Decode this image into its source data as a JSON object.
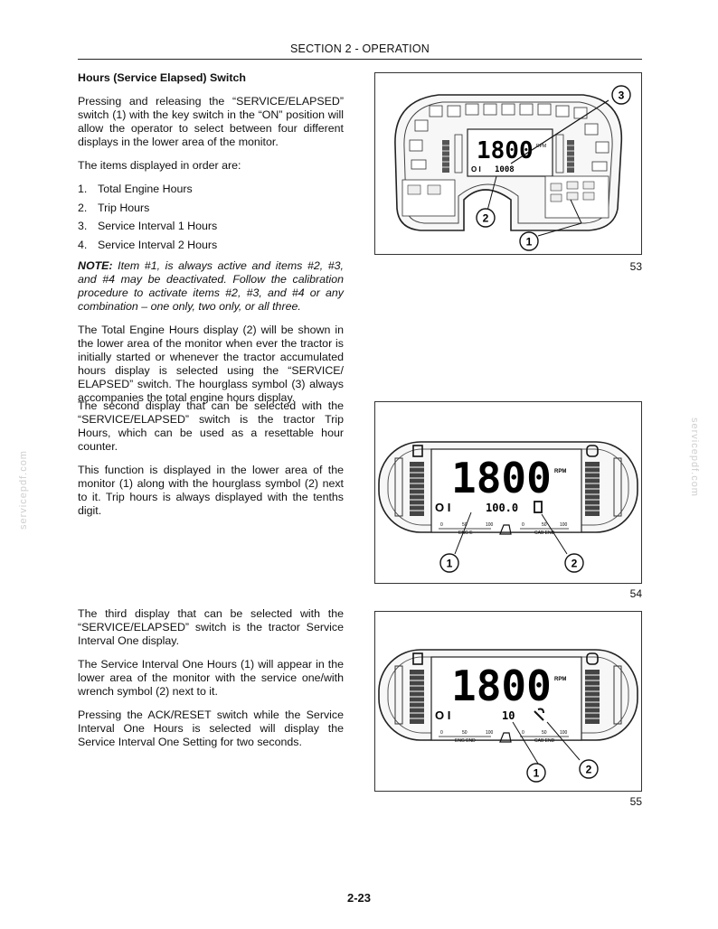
{
  "header": {
    "section": "SECTION 2 - OPERATION"
  },
  "block1": {
    "title": "Hours (Service Elapsed) Switch",
    "intro": "Pressing and releasing the “SERVICE/ELAPSED” switch (1) with the key switch in the “ON” position will allow the operator to select between four different displays in the lower area of the monitor.",
    "list_intro": "The items displayed in order are:",
    "items": [
      {
        "num": "1.",
        "text": "Total Engine Hours"
      },
      {
        "num": "2.",
        "text": "Trip Hours"
      },
      {
        "num": "3.",
        "text": "Service Interval 1 Hours"
      },
      {
        "num": "4.",
        "text": "Service Interval 2 Hours"
      }
    ],
    "note_label": "NOTE:",
    "note_text": " Item #1, is always active and items #2, #3, and #4 may be deactivated. Follow the calibration procedure to activate items #2, #3, and #4 or any combination – one only, two only, or all three.",
    "para2": "The Total Engine Hours display (2) will be shown in the lower area of the monitor when ever the tractor is initially started or whenever the tractor accumulated hours display is selected using the “SERVICE/ ELAPSED” switch. The hourglass symbol (3) always accompanies the total engine hours display."
  },
  "block2": {
    "para1": "The second display that can be selected with the “SERVICE/ELAPSED” switch is the tractor Trip Hours, which can be used as a resettable hour counter.",
    "para2": "This function is displayed in the lower area of the monitor (1) along with the hourglass symbol (2) next to it. Trip hours is always displayed with the tenths digit."
  },
  "block3": {
    "para1": "The third display that can be selected with the “SERVICE/ELAPSED” switch is the tractor Service Interval One display.",
    "para2": "The Service Interval One Hours (1) will appear in the lower area of the monitor with the service one/with wrench symbol (2) next to it.",
    "para3": "Pressing the ACK/RESET switch while the Service Interval One Hours is selected will display the Service Interval One Setting for two seconds."
  },
  "figures": {
    "fig53": {
      "number": "53",
      "callouts": [
        "1",
        "2",
        "3"
      ],
      "rpm_value": "1800",
      "rpm_unit": "RPM",
      "lower_value": "1008",
      "lower_prefix": "O I"
    },
    "fig54": {
      "number": "54",
      "callouts": [
        "1",
        "2"
      ],
      "rpm_value": "1800",
      "rpm_unit": "RPM",
      "lower_value": "100.0",
      "lower_prefix": "O I",
      "scale_left": [
        "0",
        "50",
        "100"
      ],
      "scale_right": [
        "0",
        "50",
        "100"
      ],
      "scale_left_label": "ENG E",
      "scale_right_label": "CAB END"
    },
    "fig55": {
      "number": "55",
      "callouts": [
        "1",
        "2"
      ],
      "rpm_value": "1800",
      "rpm_unit": "RPM",
      "lower_value": "10",
      "lower_prefix": "O I",
      "scale_left": [
        "0",
        "50",
        "100"
      ],
      "scale_right": [
        "0",
        "50",
        "100"
      ],
      "scale_left_label": "ENG END",
      "scale_right_label": "CAB END"
    }
  },
  "watermark": "servicepdf.com",
  "footer": {
    "page": "2-23"
  }
}
